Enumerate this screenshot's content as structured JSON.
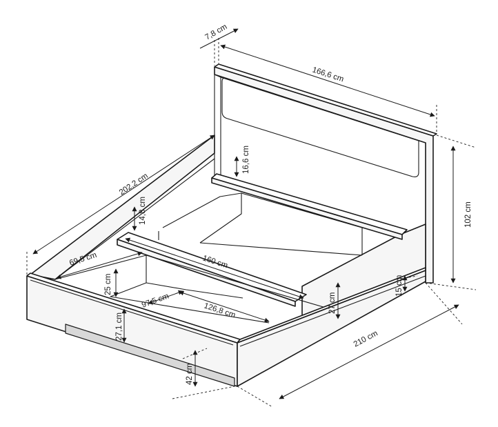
{
  "dimensions": {
    "headboard_thickness": "7,8 cm",
    "headboard_width": "166,6 cm",
    "headboard_height": "102 cm",
    "headboard_panel_height": "16,6 cm",
    "overall_length": "202,2 cm",
    "rail_height": "14,8 cm",
    "drawer_depth_left": "69,5 cm",
    "mattress_width": "160 cm",
    "inner_height": "25 cm",
    "drawer_width": "97,5 cm",
    "inner_length": "126,8 cm",
    "side_height": "27 cm",
    "front_height": "27,1 cm",
    "leg_clearance": "15 cm",
    "ground_clearance": "42 cm",
    "total_length": "210 cm"
  }
}
